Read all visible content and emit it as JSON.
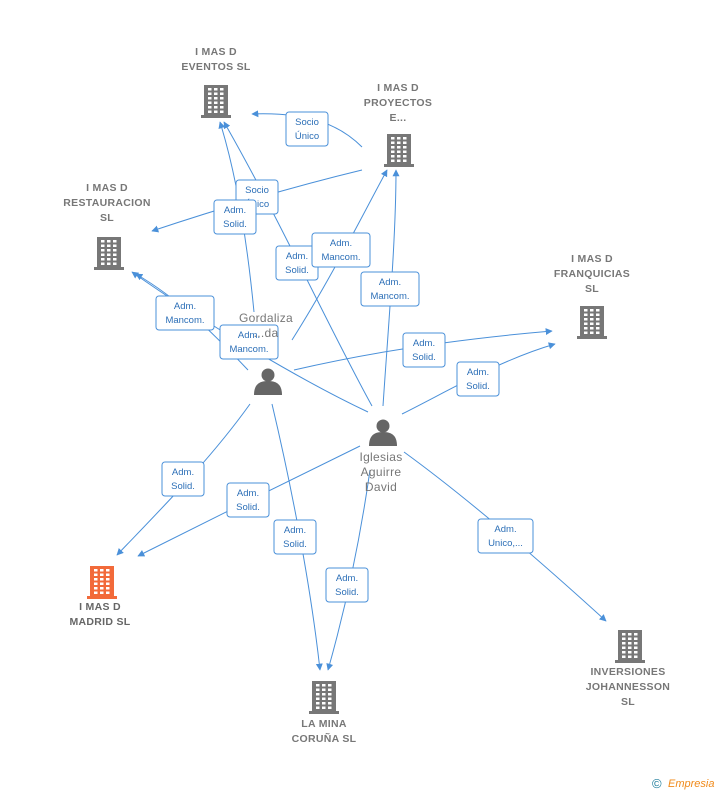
{
  "nodes": [
    {
      "id": "eventos",
      "type": "company",
      "lines": [
        "I MAS D",
        "EVENTOS  SL"
      ]
    },
    {
      "id": "proyectos",
      "type": "company",
      "lines": [
        "I MAS D",
        "PROYECTOS",
        "E..."
      ]
    },
    {
      "id": "restauracion",
      "type": "company",
      "lines": [
        "I MAS D",
        "RESTAURACION",
        "SL"
      ]
    },
    {
      "id": "franquicias",
      "type": "company",
      "lines": [
        "I MAS D",
        "FRANQUICIAS",
        "SL"
      ]
    },
    {
      "id": "madrid",
      "type": "company",
      "focus": true,
      "lines": [
        "I MAS D",
        "MADRID  SL"
      ]
    },
    {
      "id": "lamina",
      "type": "company",
      "lines": [
        "LA MINA",
        "CORUÑA  SL"
      ]
    },
    {
      "id": "inversiones",
      "type": "company",
      "lines": [
        "INVERSIONES",
        "JOHANNESSON",
        "SL"
      ]
    },
    {
      "id": "gordaliza",
      "type": "person",
      "lines": [
        "Gordaliza",
        "...da"
      ]
    },
    {
      "id": "iglesias",
      "type": "person",
      "lines": [
        "Iglesias",
        "Aguirre",
        "David"
      ]
    }
  ],
  "edges": [
    {
      "from": "proyectos",
      "to": "eventos",
      "label": [
        "Socio",
        "Único"
      ]
    },
    {
      "from": "proyectos",
      "to": "restauracion",
      "label": [
        "Socio",
        "Único"
      ]
    },
    {
      "from": "gordaliza",
      "to": "eventos",
      "label": [
        "Adm.",
        "Solid."
      ]
    },
    {
      "from": "iglesias",
      "to": "eventos",
      "label": [
        "Adm.",
        "Solid."
      ]
    },
    {
      "from": "gordaliza",
      "to": "proyectos",
      "label": [
        "Adm.",
        "Mancom."
      ]
    },
    {
      "from": "iglesias",
      "to": "proyectos",
      "label": [
        "Adm.",
        "Mancom."
      ]
    },
    {
      "from": "gordaliza",
      "to": "restauracion",
      "label": [
        "Adm.",
        "Mancom."
      ]
    },
    {
      "from": "iglesias",
      "to": "restauracion",
      "label": [
        "Adm.",
        "Mancom."
      ]
    },
    {
      "from": "gordaliza",
      "to": "franquicias",
      "label": [
        "Adm.",
        "Solid."
      ]
    },
    {
      "from": "iglesias",
      "to": "franquicias",
      "label": [
        "Adm.",
        "Solid."
      ]
    },
    {
      "from": "gordaliza",
      "to": "madrid",
      "label": [
        "Adm.",
        "Solid."
      ]
    },
    {
      "from": "iglesias",
      "to": "madrid",
      "label": [
        "Adm.",
        "Solid."
      ]
    },
    {
      "from": "gordaliza",
      "to": "lamina",
      "label": [
        "Adm.",
        "Solid."
      ]
    },
    {
      "from": "iglesias",
      "to": "lamina",
      "label": [
        "Adm.",
        "Solid."
      ]
    },
    {
      "from": "iglesias",
      "to": "inversiones",
      "label": [
        "Adm.",
        "Unico,..."
      ]
    }
  ],
  "footer": {
    "copyright_symbol": "©",
    "brand": "Empresia"
  },
  "colors": {
    "edge": "#4a90d9",
    "company": "#777777",
    "focus": "#f26a3a",
    "person": "#666666"
  }
}
